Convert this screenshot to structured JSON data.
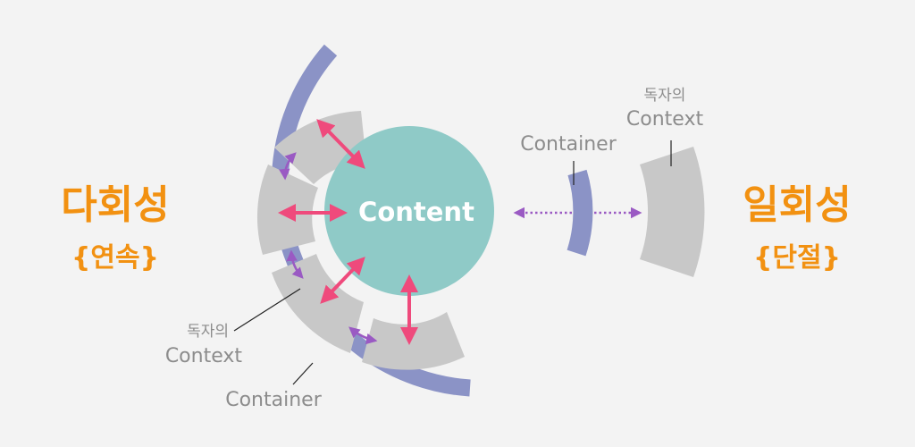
{
  "left_title": {
    "main": "다회성",
    "sub": "{연속}"
  },
  "right_title": {
    "main": "일회성",
    "sub": "{단절}"
  },
  "center_label": "Content",
  "left_labels": {
    "own_context_1": "독자의",
    "own_context_2": "Context",
    "container": "Container"
  },
  "right_labels": {
    "container": "Container",
    "own_context_1": "독자의",
    "own_context_2": "Context"
  },
  "colors": {
    "accent_orange": "#f29111",
    "content_circle": "#8fcac7",
    "container_arc": "#8b93c6",
    "context_segment": "#c8c8c8",
    "arrow_pink": "#ef4a7c",
    "arrow_purple": "#9a5ac3",
    "label_gray": "#8c8c8c",
    "background": "#f3f3f3"
  }
}
